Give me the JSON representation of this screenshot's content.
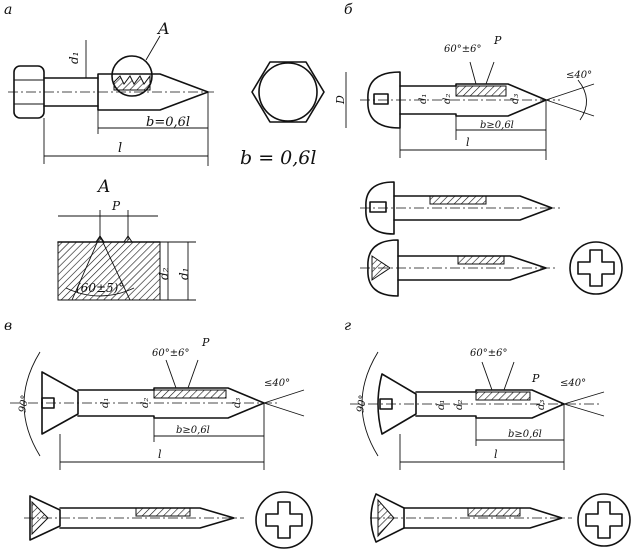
{
  "figure": {
    "panel_labels": {
      "a": "а",
      "b": "б",
      "v": "в",
      "g": "г"
    },
    "panel_a": {
      "view_mark": "A",
      "d1": "d₁",
      "b_dim": "b=0,6l",
      "l_dim": "l",
      "formula": "b = 0,6l"
    },
    "detail_a": {
      "title": "A",
      "pitch": "P",
      "angle": "(60±5)°",
      "d1": "d₁",
      "d2": "d₂"
    },
    "panel_b": {
      "thread_angle": "60°±6°",
      "pitch": "P",
      "point_angle": "≤40°",
      "D": "D",
      "d1": "d₁",
      "d2": "d₂",
      "d3": "d₃",
      "b_dim": "b≥0,6l",
      "l_dim": "l"
    },
    "panel_v": {
      "head_angle": "90°",
      "thread_angle": "60°±6°",
      "pitch": "P",
      "point_angle": "≤40°",
      "d1": "d₁",
      "d2": "d₂",
      "d3": "d₃",
      "b_dim": "b≥0,6l",
      "l_dim": "l"
    },
    "panel_g": {
      "head_angle": "90°",
      "thread_angle": "60°±6°",
      "pitch": "P",
      "point_angle": "≤40°",
      "d1": "d₁",
      "d2": "d₂",
      "d3": "d₃",
      "b_dim": "b≥0,6l",
      "l_dim": "l"
    }
  }
}
